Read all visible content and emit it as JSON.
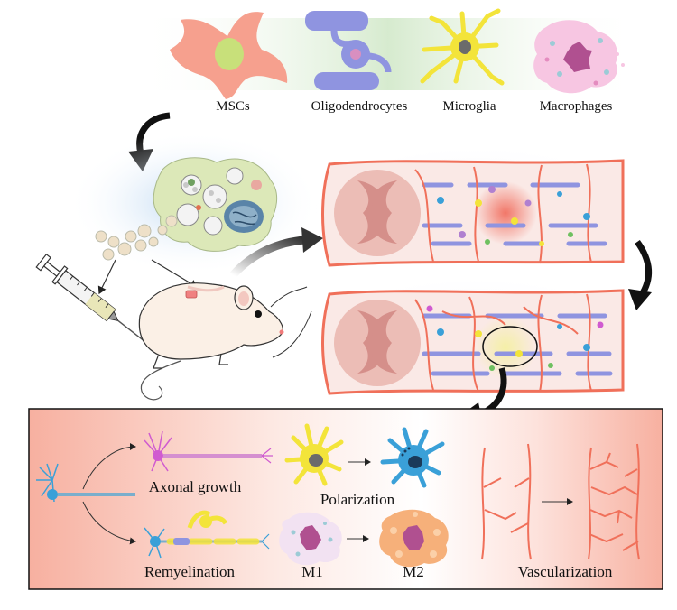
{
  "cell_types": [
    {
      "label": "MSCs",
      "icon": "msc-cell-icon",
      "color": "#f59a8a"
    },
    {
      "label": "Oligodendrocytes",
      "icon": "oligodendrocyte-icon",
      "color": "#8f94e0"
    },
    {
      "label": "Microglia",
      "icon": "microglia-icon",
      "color": "#f3e43a"
    },
    {
      "label": "Macrophages",
      "icon": "macrophage-icon",
      "color": "#f3b8dc"
    }
  ],
  "outcomes": {
    "axonal_growth": "Axonal growth",
    "remyelination": "Remyelination",
    "polarization": "Polarization",
    "m1": "M1",
    "m2": "M2",
    "vascularization": "Vascularization"
  },
  "colors": {
    "vessel": "#f0705a",
    "myelin": "#8f94e0",
    "neuron_blue": "#3aa0d8",
    "neuron_pink": "#d05bd0",
    "mouse_body": "#fbf0e6",
    "exosome": "#eee0c8"
  }
}
